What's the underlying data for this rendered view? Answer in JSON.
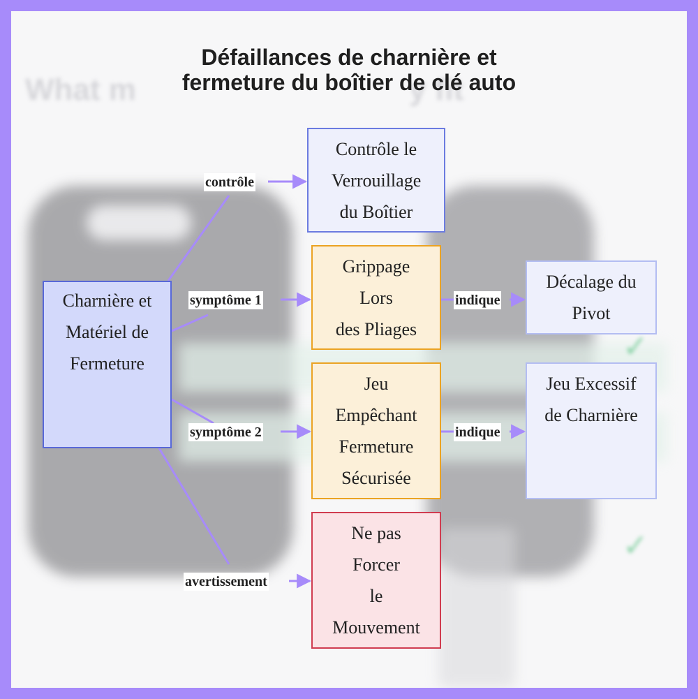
{
  "title": {
    "line1": "Défaillances de charnière et",
    "line2": "fermeture du boîtier de clé auto"
  },
  "nodes": {
    "main": "Charnière et\nMatériel de\nFermeture",
    "control": "Contrôle le\nVerrouillage\ndu Boîtier",
    "grippage": "Grippage\nLors\ndes Pliages",
    "jeu": "Jeu\nEmpêchant\nFermeture\nSécurisée",
    "force": "Ne pas\nForcer\nle\nMouvement",
    "pivot": "Décalage du\nPivot",
    "excess": "Jeu Excessif\nde Charnière"
  },
  "edge_labels": {
    "control": "contrôle",
    "symptom1": "symptôme 1",
    "symptom2": "symptôme 2",
    "warning": "avertissement",
    "indicates1": "indique",
    "indicates2": "indique"
  },
  "colors": {
    "edge": "#a78bfa",
    "frame": "#a78bfa",
    "main_border": "#5868d8",
    "symptom_border": "#eba323",
    "warning_border": "#d03c50"
  }
}
